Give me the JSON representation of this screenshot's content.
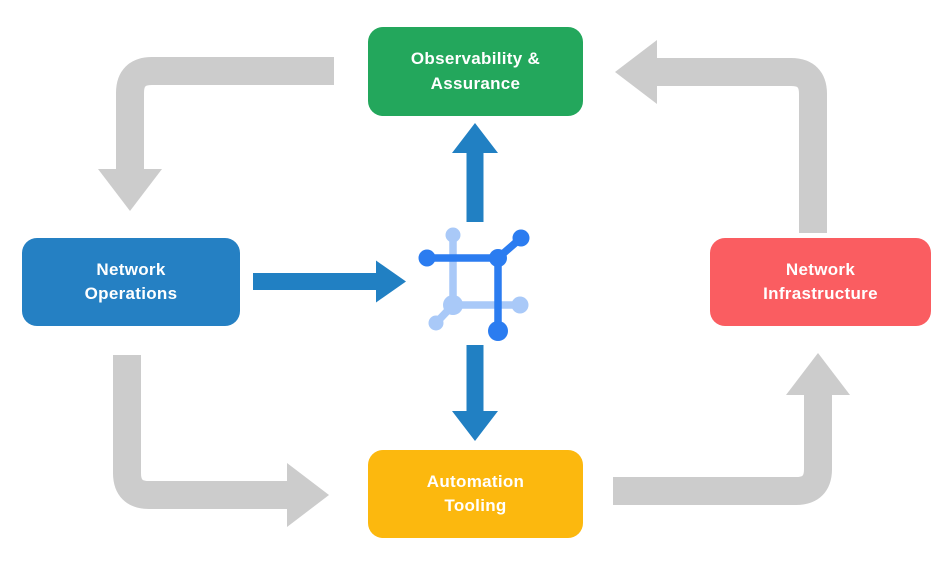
{
  "diagram": {
    "type": "cycle-flow-diagram",
    "background": "#ffffff"
  },
  "text_color": "#ffffff",
  "nodes": {
    "observability": {
      "label": "Observability & Assurance",
      "line1": "Observability &",
      "line2": "Assurance",
      "color": "#23a75c"
    },
    "operations": {
      "label": "Network Operations",
      "line1": "Network",
      "line2": "Operations",
      "color": "#2580c3"
    },
    "infrastructure": {
      "label": "Network Infrastructure",
      "line1": "Network",
      "line2": "Infrastructure",
      "color": "#fa5d61"
    },
    "automation": {
      "label": "Automation Tooling",
      "line1": "Automation",
      "line2": "Tooling",
      "color": "#fcb80e"
    }
  },
  "center_icon": {
    "name": "network-topology-icon",
    "dark_blue": "#2b7cf0",
    "light_blue": "#a9c9f8"
  },
  "arrows": {
    "cycle_color": "#cccccc",
    "flow_color": "#2180c3",
    "cycle": [
      {
        "from": "Observability & Assurance",
        "to": "Network Operations"
      },
      {
        "from": "Network Operations",
        "to": "Automation Tooling"
      },
      {
        "from": "Automation Tooling",
        "to": "Network Infrastructure"
      },
      {
        "from": "Network Infrastructure",
        "to": "Observability & Assurance"
      }
    ],
    "flows": [
      {
        "from": "Network Operations",
        "to": "center icon"
      },
      {
        "from": "center icon",
        "to": "Observability & Assurance"
      },
      {
        "from": "center icon",
        "to": "Automation Tooling"
      }
    ]
  }
}
